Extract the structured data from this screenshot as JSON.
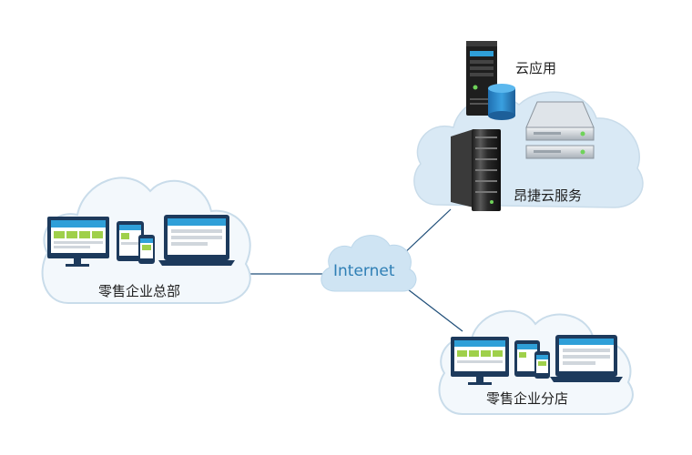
{
  "nodes": {
    "headquarters": {
      "label": "零售企业总部"
    },
    "internet": {
      "label": "Internet"
    },
    "cloud_app": {
      "label": "云应用"
    },
    "cloud_service": {
      "label": "昂捷云服务"
    },
    "branch": {
      "label": "零售企业分店"
    }
  },
  "colors": {
    "cloud_outline": "#c9dcea",
    "cloud_fill": "#eaf3fa",
    "server_cloud_fill": "#d9e9f5",
    "internet_cloud_fill": "#cfe4f3",
    "link_line": "#1f4e79",
    "screen_frame": "#1d3a5c",
    "screen_bar": "#2f9fd8",
    "screen_tile": "#9fd04a"
  },
  "icons": [
    "monitor-icon",
    "tablet-icon",
    "phone-icon",
    "laptop-icon",
    "tower-server-icon",
    "database-icon",
    "storage-drive-icon",
    "rack-server-icon"
  ]
}
